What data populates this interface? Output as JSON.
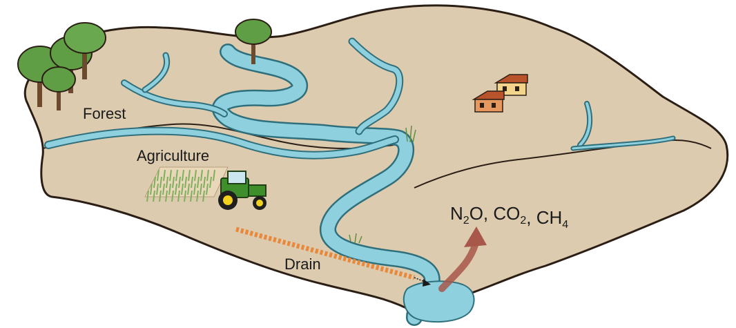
{
  "labels": {
    "forest": "Forest",
    "agriculture": "Agriculture",
    "drain": "Drain"
  },
  "gases": [
    {
      "base": "N",
      "sub": "2",
      "rest": "O"
    },
    {
      "base": "CO",
      "sub": "2",
      "rest": ""
    },
    {
      "base": "CH",
      "sub": "4",
      "rest": ""
    }
  ],
  "gas_separator": ", ",
  "icons": [
    "tree-icon",
    "house-icon",
    "tractor-icon",
    "crop-field-icon",
    "emission-arrow-icon",
    "drain-pipe-icon"
  ],
  "colors": {
    "land": "#dccbaf",
    "land_outline": "#2b1e14",
    "water": "#8fd0de",
    "water_outline": "#2f6f7c",
    "drain": "#e8883a",
    "emission_arrow": "#a8574a",
    "tree_canopy": "#5f9e45",
    "tree_trunk": "#6b4a2e",
    "house_roof": "#b8532b",
    "house_wall_1": "#f2d48a",
    "house_wall_2": "#e7985e",
    "tractor_body": "#3f8e2c",
    "tractor_wheel": "#f2d21e",
    "crops": "#9cc27a"
  }
}
